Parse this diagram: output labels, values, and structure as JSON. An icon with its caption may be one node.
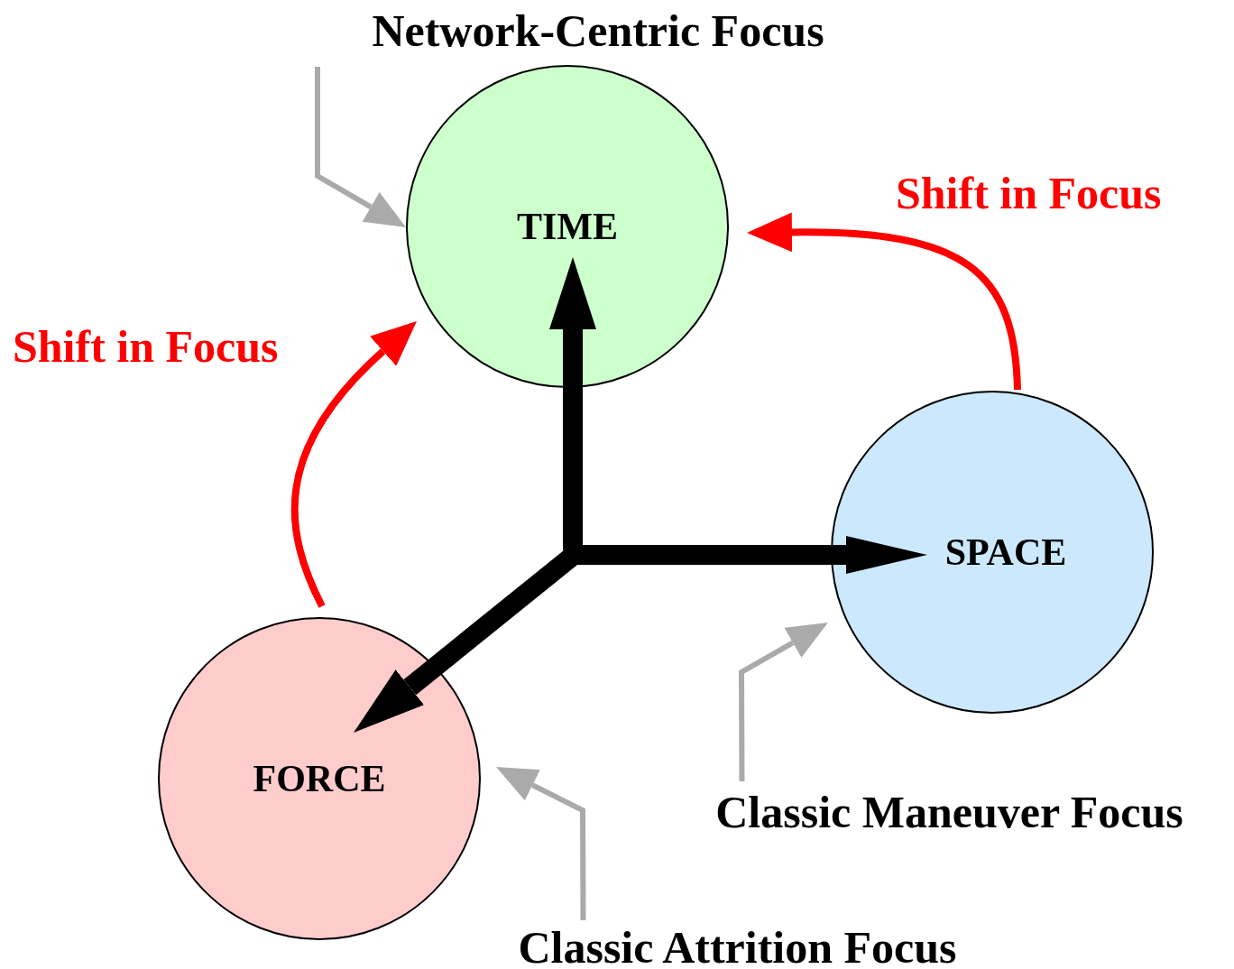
{
  "diagram": {
    "nodes": [
      {
        "text": [
          "TIME"
        ]
      },
      {
        "text": [
          "SPACE"
        ]
      },
      {
        "text": [
          "FORCE"
        ]
      },
      {
        "text": [
          "Network-Centric Focus"
        ]
      },
      {
        "text": [
          "Classic Maneuver Focus"
        ]
      },
      {
        "text": [
          "Classic Attrition Focus"
        ]
      }
    ],
    "edges": [
      {
        "from": null,
        "to": 0,
        "arrow": "to",
        "style": "thick"
      },
      {
        "from": null,
        "to": 1,
        "arrow": "to",
        "style": "thick"
      },
      {
        "from": null,
        "to": 2,
        "arrow": "to",
        "style": "thick"
      },
      {
        "from": 2,
        "to": 0,
        "arrow": "to",
        "label": "Shift in Focus",
        "color": "#ff0000"
      },
      {
        "from": 1,
        "to": 0,
        "arrow": "to",
        "label": "Shift in Focus",
        "color": "#ff0000"
      },
      {
        "from": 3,
        "to": 0,
        "arrow": "to",
        "color": "#aaaaaa"
      },
      {
        "from": 4,
        "to": 1,
        "arrow": "to",
        "color": "#aaaaaa"
      },
      {
        "from": 5,
        "to": 2,
        "arrow": "to",
        "color": "#aaaaaa"
      }
    ]
  }
}
